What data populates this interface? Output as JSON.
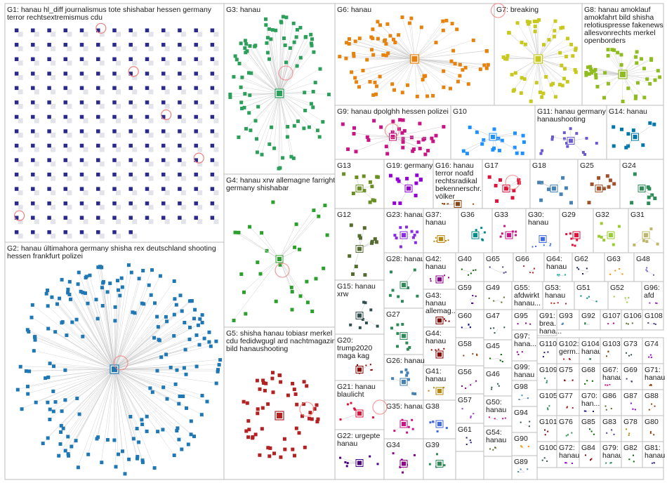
{
  "graph": {
    "groups": [
      {
        "id": "G1",
        "lines": [
          "G1: hanau hl_diff journalismus tote shishabar hessen germany",
          "terror rechtsextremismus cdu"
        ],
        "color": "#2a2a8a",
        "count": 190,
        "layout": "grid"
      },
      {
        "id": "G2",
        "lines": [
          "G2: hanau últimahora germany shisha rex deutschland shooting",
          "hessen frankfurt polizei"
        ],
        "color": "#1f77b4",
        "count": 200,
        "layout": "hub"
      },
      {
        "id": "G3",
        "lines": [
          "G3: hanau"
        ],
        "color": "#2ca05a",
        "count": 90,
        "layout": "hub"
      },
      {
        "id": "G4",
        "lines": [
          "G4: hanau xrw allemagne farright",
          "germany shishabar"
        ],
        "color": "#2ca02c",
        "count": 30,
        "layout": "scatter"
      },
      {
        "id": "G5",
        "lines": [
          "G5: shisha hanau tobiasr merkel",
          "cdu fedidwgugl ard nachtmagazin",
          "bild hanaushooting"
        ],
        "color": "#b22222",
        "count": 55,
        "layout": "cluster"
      },
      {
        "id": "G6",
        "lines": [
          "G6: hanau"
        ],
        "color": "#e6820e",
        "count": 80,
        "layout": "hub"
      },
      {
        "id": "G7",
        "lines": [
          "G7: breaking"
        ],
        "color": "#c8c81e",
        "count": 55,
        "layout": "hub"
      },
      {
        "id": "G8",
        "lines": [
          "G8: hanau amoklauf",
          "amokfahrt bild shisha",
          "relotiuspresse fakenews",
          "allesvonrechts merkel",
          "openborders"
        ],
        "color": "#8fbc1e",
        "count": 40,
        "layout": "hub"
      },
      {
        "id": "G9",
        "lines": [
          "G9: hanau dpolghh hessen polizei"
        ],
        "color": "#c71585",
        "count": 35,
        "layout": "scatter"
      },
      {
        "id": "G10",
        "lines": [
          "G10"
        ],
        "color": "#1e90ff",
        "count": 18,
        "layout": "scatter"
      },
      {
        "id": "G11",
        "lines": [
          "G11: hanau germany",
          "hanaushooting"
        ],
        "color": "#6a5acd",
        "count": 14,
        "layout": "scatter"
      },
      {
        "id": "G14",
        "lines": [
          "G14: hanau"
        ],
        "color": "#0077aa",
        "count": 10,
        "layout": "scatter"
      },
      {
        "id": "G13",
        "lines": [
          "G13"
        ],
        "color": "#6b8e23",
        "count": 12,
        "layout": "scatter"
      },
      {
        "id": "G19",
        "lines": [
          "G19: germany"
        ],
        "color": "#9400d3",
        "count": 12,
        "layout": "scatter"
      },
      {
        "id": "G16",
        "lines": [
          "G16: hanau",
          "terror noafd",
          "rechtsradikal",
          "bekennerschr...",
          "völker"
        ],
        "color": "#8b4513",
        "count": 8,
        "layout": "scatter"
      },
      {
        "id": "G17",
        "lines": [
          "G17"
        ],
        "color": "#dc143c",
        "count": 8,
        "layout": "scatter"
      },
      {
        "id": "G18",
        "lines": [
          "G18"
        ],
        "color": "#4682b4",
        "count": 8,
        "layout": "scatter"
      },
      {
        "id": "G25",
        "lines": [
          "G25"
        ],
        "color": "#a0522d",
        "count": 8,
        "layout": "scatter"
      },
      {
        "id": "G24",
        "lines": [
          "G24"
        ],
        "color": "#2e8b57",
        "count": 8,
        "layout": "scatter"
      },
      {
        "id": "G12",
        "lines": [
          "G12"
        ],
        "color": "#556b2f",
        "count": 12,
        "layout": "scatter"
      },
      {
        "id": "G23",
        "lines": [
          "G23: hanau"
        ],
        "color": "#8a2be2",
        "count": 10,
        "layout": "scatter"
      },
      {
        "id": "G37",
        "lines": [
          "G37:",
          "hanau"
        ],
        "color": "#b8860b",
        "count": 6,
        "layout": "scatter"
      },
      {
        "id": "G36",
        "lines": [
          "G36"
        ],
        "color": "#008b8b",
        "count": 6,
        "layout": "scatter"
      },
      {
        "id": "G33",
        "lines": [
          "G33"
        ],
        "color": "#c71585",
        "count": 6,
        "layout": "scatter"
      },
      {
        "id": "G30",
        "lines": [
          "G30:",
          "hanau"
        ],
        "color": "#4169e1",
        "count": 6,
        "layout": "scatter"
      },
      {
        "id": "G29",
        "lines": [
          "G29"
        ],
        "color": "#dc143c",
        "count": 6,
        "layout": "scatter"
      },
      {
        "id": "G32",
        "lines": [
          "G32"
        ],
        "color": "#9acd32",
        "count": 6,
        "layout": "scatter"
      },
      {
        "id": "G31",
        "lines": [
          "G31"
        ],
        "color": "#bdb76b",
        "count": 6,
        "layout": "scatter"
      },
      {
        "id": "G28",
        "lines": [
          "G28: hanau"
        ],
        "color": "#2e8b57",
        "count": 8,
        "layout": "scatter"
      },
      {
        "id": "G42",
        "lines": [
          "G42:",
          "hanau"
        ],
        "color": "#8b008b",
        "count": 5,
        "layout": "scatter"
      },
      {
        "id": "G40",
        "lines": [
          "G40"
        ],
        "color": "#006400",
        "count": 5,
        "layout": "scatter"
      },
      {
        "id": "G65",
        "lines": [
          "G65"
        ],
        "color": "#483d8b",
        "count": 4,
        "layout": "scatter"
      },
      {
        "id": "G66",
        "lines": [
          "G66"
        ],
        "color": "#b22222",
        "count": 4,
        "layout": "scatter"
      },
      {
        "id": "G64",
        "lines": [
          "G64:",
          "hanau"
        ],
        "color": "#20b2aa",
        "count": 4,
        "layout": "scatter"
      },
      {
        "id": "G62",
        "lines": [
          "G62"
        ],
        "color": "#191970",
        "count": 4,
        "layout": "scatter"
      },
      {
        "id": "G63",
        "lines": [
          "G63"
        ],
        "color": "#ff8c00",
        "count": 4,
        "layout": "scatter"
      },
      {
        "id": "G48",
        "lines": [
          "G48"
        ],
        "color": "#6a5acd",
        "count": 4,
        "layout": "scatter"
      },
      {
        "id": "G15",
        "lines": [
          "G15: hanau",
          "xrw"
        ],
        "color": "#2f4f4f",
        "count": 8,
        "layout": "scatter"
      },
      {
        "id": "G43",
        "lines": [
          "G43:",
          "hanau",
          "allemag..."
        ],
        "color": "#800000",
        "count": 5,
        "layout": "scatter"
      },
      {
        "id": "G59",
        "lines": [
          "G59"
        ],
        "color": "#4b0082",
        "count": 4,
        "layout": "scatter"
      },
      {
        "id": "G49",
        "lines": [
          "G49"
        ],
        "color": "#556b2f",
        "count": 4,
        "layout": "scatter"
      },
      {
        "id": "G55",
        "lines": [
          "G55:",
          "afdwirkt",
          "hanau..."
        ],
        "color": "#8b4513",
        "count": 4,
        "layout": "scatter"
      },
      {
        "id": "G53",
        "lines": [
          "G53:",
          "hanau"
        ],
        "color": "#b22222",
        "count": 4,
        "layout": "scatter"
      },
      {
        "id": "G51",
        "lines": [
          "G51"
        ],
        "color": "#008080",
        "count": 4,
        "layout": "scatter"
      },
      {
        "id": "G52",
        "lines": [
          "G52"
        ],
        "color": "#9acd32",
        "count": 4,
        "layout": "scatter"
      },
      {
        "id": "G96",
        "lines": [
          "G96:",
          "afd"
        ],
        "color": "#9932cc",
        "count": 3,
        "layout": "scatter"
      },
      {
        "id": "G27",
        "lines": [
          "G27"
        ],
        "color": "#2e8b57",
        "count": 8,
        "layout": "scatter"
      },
      {
        "id": "G44",
        "lines": [
          "G44:",
          "hanau"
        ],
        "color": "#8b0000",
        "count": 5,
        "layout": "scatter"
      },
      {
        "id": "G60",
        "lines": [
          "G60"
        ],
        "color": "#00008b",
        "count": 4,
        "layout": "scatter"
      },
      {
        "id": "G47",
        "lines": [
          "G47"
        ],
        "color": "#2f4f4f",
        "count": 4,
        "layout": "scatter"
      },
      {
        "id": "G95",
        "lines": [
          "G95"
        ],
        "color": "#8b008b",
        "count": 3,
        "layout": "scatter"
      },
      {
        "id": "G91",
        "lines": [
          "G91:",
          "brea...",
          "hana..."
        ],
        "color": "#b8860b",
        "count": 3,
        "layout": "scatter"
      },
      {
        "id": "G93",
        "lines": [
          "G93"
        ],
        "color": "#4682b4",
        "count": 3,
        "layout": "scatter"
      },
      {
        "id": "G92",
        "lines": [
          "G92"
        ],
        "color": "#2e8b57",
        "count": 3,
        "layout": "scatter"
      },
      {
        "id": "G107",
        "lines": [
          "G107"
        ],
        "color": "#c71585",
        "count": 3,
        "layout": "scatter"
      },
      {
        "id": "G106",
        "lines": [
          "G106"
        ],
        "color": "#556b2f",
        "count": 3,
        "layout": "scatter"
      },
      {
        "id": "G108",
        "lines": [
          "G108"
        ],
        "color": "#483d8b",
        "count": 3,
        "layout": "scatter"
      },
      {
        "id": "G20",
        "lines": [
          "G20:",
          "trump2020",
          "maga kag"
        ],
        "color": "#8b0000",
        "count": 6,
        "layout": "scatter"
      },
      {
        "id": "G26",
        "lines": [
          "G26: hanau"
        ],
        "color": "#4682b4",
        "count": 8,
        "layout": "scatter"
      },
      {
        "id": "G58",
        "lines": [
          "G58"
        ],
        "color": "#8b4513",
        "count": 4,
        "layout": "scatter"
      },
      {
        "id": "G45",
        "lines": [
          "G45"
        ],
        "color": "#006400",
        "count": 4,
        "layout": "scatter"
      },
      {
        "id": "G97",
        "lines": [
          "G97:",
          "hana..."
        ],
        "color": "#8b008b",
        "count": 3,
        "layout": "scatter"
      },
      {
        "id": "G110",
        "lines": [
          "G110"
        ],
        "color": "#191970",
        "count": 3,
        "layout": "scatter"
      },
      {
        "id": "G102",
        "lines": [
          "G102:",
          "germ..."
        ],
        "color": "#b22222",
        "count": 3,
        "layout": "scatter"
      },
      {
        "id": "G104",
        "lines": [
          "G104:",
          "hanau"
        ],
        "color": "#2e8b57",
        "count": 3,
        "layout": "scatter"
      },
      {
        "id": "G103",
        "lines": [
          "G103"
        ],
        "color": "#8b4513",
        "count": 3,
        "layout": "scatter"
      },
      {
        "id": "G73",
        "lines": [
          "G73"
        ],
        "color": "#2f4f4f",
        "count": 3,
        "layout": "scatter"
      },
      {
        "id": "G74",
        "lines": [
          "G74"
        ],
        "color": "#9400d3",
        "count": 3,
        "layout": "scatter"
      },
      {
        "id": "G41",
        "lines": [
          "G41:",
          "hanau"
        ],
        "color": "#b8860b",
        "count": 5,
        "layout": "scatter"
      },
      {
        "id": "G99",
        "lines": [
          "G99:",
          "hanau"
        ],
        "color": "#4b0082",
        "count": 3,
        "layout": "scatter"
      },
      {
        "id": "G109",
        "lines": [
          "G109"
        ],
        "color": "#2e8b57",
        "count": 3,
        "layout": "scatter"
      },
      {
        "id": "G75",
        "lines": [
          "G75"
        ],
        "color": "#8b0000",
        "count": 3,
        "layout": "scatter"
      },
      {
        "id": "G68",
        "lines": [
          "G68"
        ],
        "color": "#006400",
        "count": 3,
        "layout": "scatter"
      },
      {
        "id": "G67",
        "lines": [
          "G67:",
          "hanau"
        ],
        "color": "#c71585",
        "count": 3,
        "layout": "scatter"
      },
      {
        "id": "G69",
        "lines": [
          "G69"
        ],
        "color": "#483d8b",
        "count": 3,
        "layout": "scatter"
      },
      {
        "id": "G71",
        "lines": [
          "G71:",
          "hanau"
        ],
        "color": "#8b4513",
        "count": 3,
        "layout": "scatter"
      },
      {
        "id": "G21",
        "lines": [
          "G21: hanau",
          "blaulicht"
        ],
        "color": "#dc143c",
        "count": 6,
        "layout": "scatter"
      },
      {
        "id": "G56",
        "lines": [
          "G56"
        ],
        "color": "#8b008b",
        "count": 4,
        "layout": "scatter"
      },
      {
        "id": "G46",
        "lines": [
          "G46"
        ],
        "color": "#2f4f4f",
        "count": 4,
        "layout": "scatter"
      },
      {
        "id": "G98",
        "lines": [
          "G98"
        ],
        "color": "#4682b4",
        "count": 3,
        "layout": "scatter"
      },
      {
        "id": "G105",
        "lines": [
          "G105"
        ],
        "color": "#2e8b57",
        "count": 3,
        "layout": "scatter"
      },
      {
        "id": "G77",
        "lines": [
          "G77"
        ],
        "color": "#b22222",
        "count": 3,
        "layout": "scatter"
      },
      {
        "id": "G70",
        "lines": [
          "G70:",
          "han..."
        ],
        "color": "#191970",
        "count": 3,
        "layout": "scatter"
      },
      {
        "id": "G86",
        "lines": [
          "G86"
        ],
        "color": "#556b2f",
        "count": 3,
        "layout": "scatter"
      },
      {
        "id": "G87",
        "lines": [
          "G87"
        ],
        "color": "#9400d3",
        "count": 3,
        "layout": "scatter"
      },
      {
        "id": "G88",
        "lines": [
          "G88"
        ],
        "color": "#8b4513",
        "count": 3,
        "layout": "scatter"
      },
      {
        "id": "G35",
        "lines": [
          "G35: hanau"
        ],
        "color": "#c71585",
        "count": 6,
        "layout": "scatter"
      },
      {
        "id": "G38",
        "lines": [
          "G38"
        ],
        "color": "#4169e1",
        "count": 5,
        "layout": "scatter"
      },
      {
        "id": "G57",
        "lines": [
          "G57"
        ],
        "color": "#9932cc",
        "count": 4,
        "layout": "scatter"
      },
      {
        "id": "G94",
        "lines": [
          "G94"
        ],
        "color": "#2f4f4f",
        "count": 3,
        "layout": "scatter"
      },
      {
        "id": "G101",
        "lines": [
          "G101"
        ],
        "color": "#8b0000",
        "count": 3,
        "layout": "scatter"
      },
      {
        "id": "G76",
        "lines": [
          "G76"
        ],
        "color": "#2e8b57",
        "count": 3,
        "layout": "scatter"
      },
      {
        "id": "G85",
        "lines": [
          "G85"
        ],
        "color": "#006400",
        "count": 3,
        "layout": "scatter"
      },
      {
        "id": "G83",
        "lines": [
          "G83"
        ],
        "color": "#483d8b",
        "count": 3,
        "layout": "scatter"
      },
      {
        "id": "G78",
        "lines": [
          "G78"
        ],
        "color": "#b8860b",
        "count": 3,
        "layout": "scatter"
      },
      {
        "id": "G80",
        "lines": [
          "G80"
        ],
        "color": "#8b4513",
        "count": 3,
        "layout": "scatter"
      },
      {
        "id": "G22",
        "lines": [
          "G22: urgepte",
          "hanau"
        ],
        "color": "#4b0082",
        "count": 6,
        "layout": "scatter"
      },
      {
        "id": "G34",
        "lines": [
          "G34"
        ],
        "color": "#8b008b",
        "count": 6,
        "layout": "scatter"
      },
      {
        "id": "G39",
        "lines": [
          "G39"
        ],
        "color": "#2e8b57",
        "count": 5,
        "layout": "scatter"
      },
      {
        "id": "G61",
        "lines": [
          "G61"
        ],
        "color": "#191970",
        "count": 4,
        "layout": "scatter"
      },
      {
        "id": "G50",
        "lines": [
          "G50:",
          "hanau"
        ],
        "color": "#c71585",
        "count": 4,
        "layout": "scatter"
      },
      {
        "id": "G54",
        "lines": [
          "G54:",
          "hanau"
        ],
        "color": "#556b2f",
        "count": 4,
        "layout": "scatter"
      },
      {
        "id": "G90",
        "lines": [
          "G90"
        ],
        "color": "#ff8c00",
        "count": 3,
        "layout": "scatter"
      },
      {
        "id": "G89",
        "lines": [
          "G89"
        ],
        "color": "#4682b4",
        "count": 3,
        "layout": "scatter"
      },
      {
        "id": "G100",
        "lines": [
          "G100"
        ],
        "color": "#2f4f4f",
        "count": 3,
        "layout": "scatter"
      },
      {
        "id": "G72",
        "lines": [
          "G72:",
          "hanau"
        ],
        "color": "#9400d3",
        "count": 3,
        "layout": "scatter"
      },
      {
        "id": "G84",
        "lines": [
          "G84"
        ],
        "color": "#8b0000",
        "count": 3,
        "layout": "scatter"
      },
      {
        "id": "G79",
        "lines": [
          "G79:",
          "hanau"
        ],
        "color": "#2e8b57",
        "count": 3,
        "layout": "scatter"
      },
      {
        "id": "G82",
        "lines": [
          "G82"
        ],
        "color": "#006400",
        "count": 3,
        "layout": "scatter"
      },
      {
        "id": "G81",
        "lines": [
          "G81:",
          "hanau"
        ],
        "color": "#483d8b",
        "count": 3,
        "layout": "scatter"
      }
    ],
    "colors": {
      "border": "#bdbdbd",
      "cross_edge": "#f4a6a6",
      "intra_edge": "#c9c9c9",
      "self_loop": "#f08080"
    }
  }
}
